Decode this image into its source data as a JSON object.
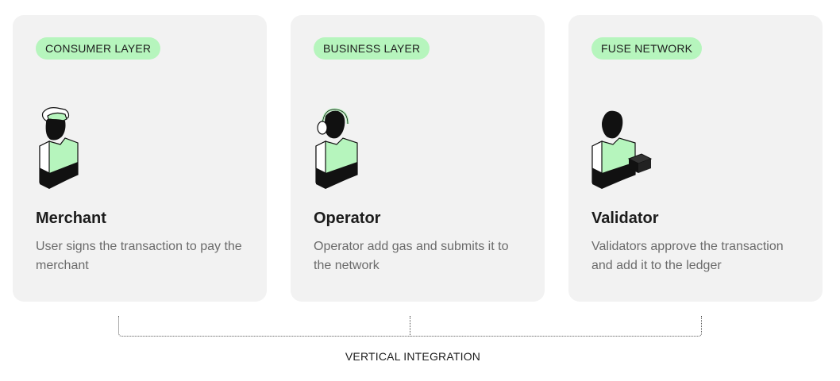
{
  "cards": [
    {
      "badge": "CONSUMER LAYER",
      "title": "Merchant",
      "description": "User signs the transaction to pay the merchant",
      "icon": "merchant-person-with-cap-icon"
    },
    {
      "badge": "BUSINESS LAYER",
      "title": "Operator",
      "description": "Operator add gas and submits it to the network",
      "icon": "operator-person-with-headset-icon"
    },
    {
      "badge": "FUSE NETWORK",
      "title": "Validator",
      "description": "Validators approve the transaction and add it to the ledger",
      "icon": "validator-person-with-block-icon"
    }
  ],
  "bracket_label": "VERTICAL INTEGRATION",
  "colors": {
    "accent_green": "#b6f5bd",
    "card_bg": "#f2f2f2",
    "figure_black": "#111111"
  }
}
